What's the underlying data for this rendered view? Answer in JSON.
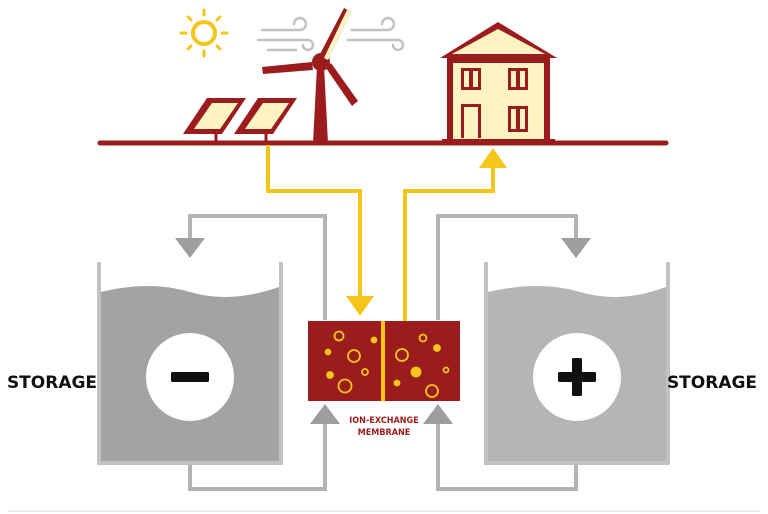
{
  "labels": {
    "storage_left": "STORAGE",
    "storage_right": "STORAGE",
    "membrane_line1": "ION-EXCHANGE",
    "membrane_line2": "MEMBRANE"
  },
  "symbols": {
    "negative": "−",
    "positive": "+"
  },
  "colors": {
    "maroon": "#9b1c1c",
    "yellow": "#f5c518",
    "grey_dark": "#9e9e9e",
    "grey_light": "#b3b3b3",
    "cream": "#fff3c4"
  }
}
